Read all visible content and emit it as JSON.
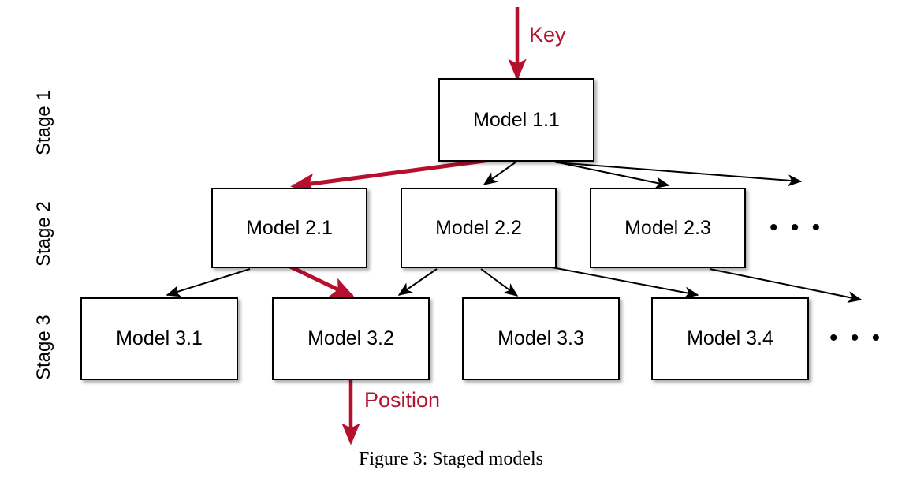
{
  "figure": {
    "caption": "Figure 3: Staged models",
    "background_color": "#ffffff",
    "box_border_color": "#000000",
    "highlight_color": "#b5102e",
    "edge_color": "#000000"
  },
  "stages": [
    {
      "label": "Stage 1"
    },
    {
      "label": "Stage 2"
    },
    {
      "label": "Stage 3"
    }
  ],
  "nodes": [
    {
      "label": "Model 1.1",
      "stage": 1
    },
    {
      "label": "Model 2.1",
      "stage": 2
    },
    {
      "label": "Model 2.2",
      "stage": 2
    },
    {
      "label": "Model 2.3",
      "stage": 2
    },
    {
      "label": "Model 3.1",
      "stage": 3
    },
    {
      "label": "Model 3.2",
      "stage": 3
    },
    {
      "label": "Model 3.3",
      "stage": 3
    },
    {
      "label": "Model 3.4",
      "stage": 3
    }
  ],
  "annotations": {
    "key_label": "Key",
    "position_label": "Position"
  },
  "ellipses": {
    "stage2": "• • •",
    "stage3": "• • •"
  }
}
